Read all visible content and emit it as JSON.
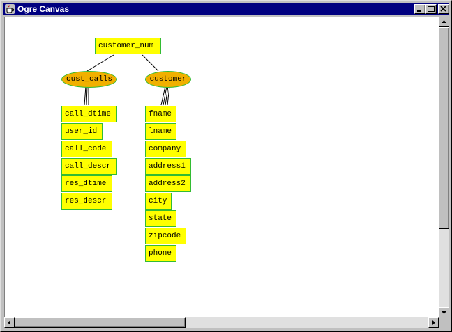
{
  "window": {
    "title": "Ogre Canvas"
  },
  "graph": {
    "root": "customer_num",
    "tables": [
      {
        "name": "cust_calls",
        "columns": [
          "call_dtime",
          "user_id",
          "call_code",
          "call_descr",
          "res_dtime",
          "res_descr"
        ]
      },
      {
        "name": "customer",
        "columns": [
          "fname",
          "lname",
          "company",
          "address1",
          "address2",
          "city",
          "state",
          "zipcode",
          "phone"
        ]
      }
    ]
  },
  "colors": {
    "titlebar": "#000080",
    "column_fill": "#ffff00",
    "table_fill": "#f0b000",
    "node_border": "#33bb33"
  },
  "icons": {
    "app": "java-coffee-cup-icon",
    "minimize": "minimize-icon",
    "maximize": "maximize-icon",
    "close": "close-icon"
  }
}
